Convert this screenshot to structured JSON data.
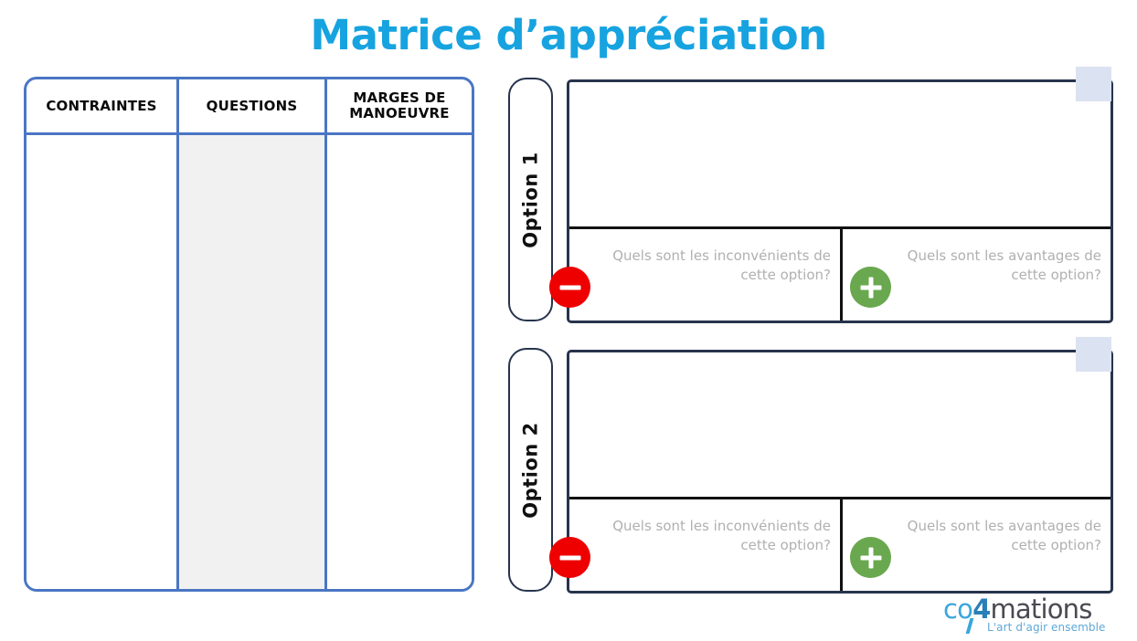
{
  "page": {
    "title": "Matrice d’appréciation",
    "title_color": "#16a3e0",
    "background": "#ffffff"
  },
  "matrix_table": {
    "border_color": "#4a76c4",
    "shaded_cell_color": "#f1f1f1",
    "columns": [
      {
        "header": "CONTRAINTES",
        "shaded": false
      },
      {
        "header": "QUESTIONS",
        "shaded": true
      },
      {
        "header": "MARGES DE MANOEUVRE",
        "shaded": false
      }
    ],
    "body_values": [
      "",
      "",
      ""
    ]
  },
  "options": [
    {
      "label": "Option 1",
      "notes_value": "",
      "cons": {
        "placeholder": "Quels sont les inconvénients de cette option?",
        "value": "",
        "icon": "minus-circle-icon",
        "icon_color": "#ee0000"
      },
      "pros": {
        "placeholder": "Quels sont les avantages de cette option?",
        "value": "",
        "icon": "plus-circle-icon",
        "icon_color": "#6aa84f"
      },
      "corner_marker_color": "#dbe2f1",
      "border_color": "#27344d"
    },
    {
      "label": "Option 2",
      "notes_value": "",
      "cons": {
        "placeholder": "Quels sont les inconvénients de cette option?",
        "value": "",
        "icon": "minus-circle-icon",
        "icon_color": "#ee0000"
      },
      "pros": {
        "placeholder": "Quels sont les avantages de cette option?",
        "value": "",
        "icon": "plus-circle-icon",
        "icon_color": "#6aa84f"
      },
      "corner_marker_color": "#dbe2f1",
      "border_color": "#27344d"
    }
  ],
  "logo": {
    "part_co": "co",
    "part_four": "4",
    "part_mations": "mations",
    "tagline": "L'art d'agir ensemble",
    "brand_blue": "#3aa6dc",
    "brand_dark": "#4a4a52"
  }
}
